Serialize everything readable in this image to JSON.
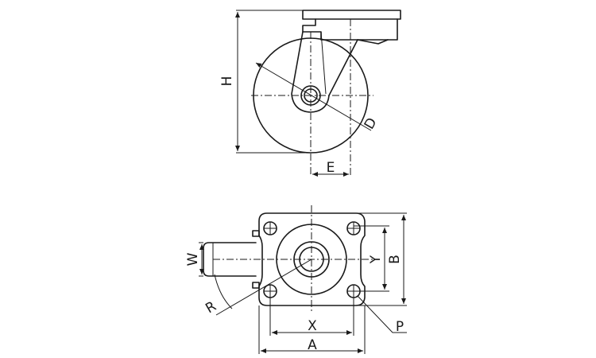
{
  "views": {
    "side": {
      "dimensions": {
        "height": "H",
        "wheel_diameter": "D",
        "offset": "E"
      }
    },
    "plan": {
      "dimensions": {
        "plate_length": "A",
        "plate_width": "B",
        "bolt_spacing_length": "X",
        "bolt_spacing_width": "Y",
        "wheel_width": "W",
        "swivel_radius": "R",
        "bolt_hole": "P"
      }
    }
  }
}
